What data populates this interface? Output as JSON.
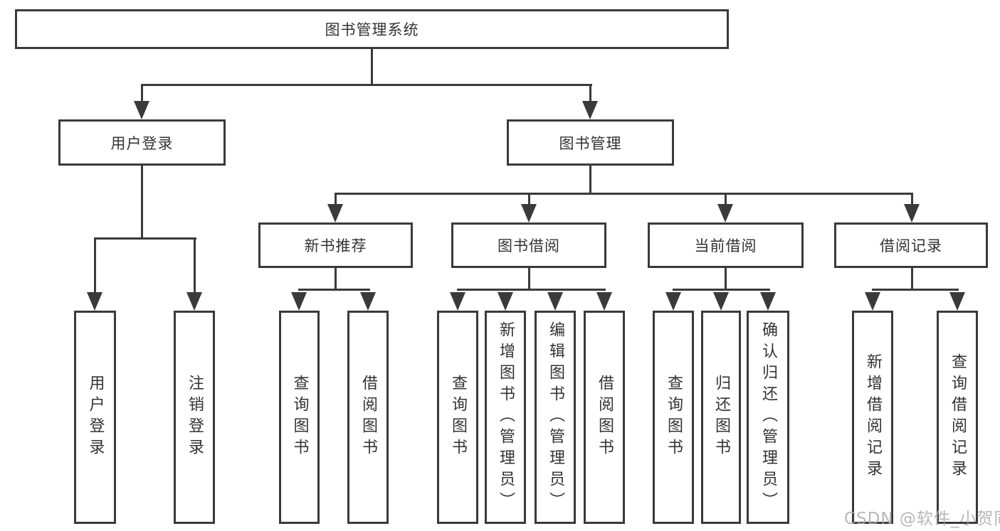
{
  "title": "图书管理系统",
  "level2": [
    "用户登录",
    "图书管理"
  ],
  "level3": [
    "新书推荐",
    "图书借阅",
    "当前借阅",
    "借阅记录"
  ],
  "leaves": {
    "login": [
      "用户登录",
      "注销登录"
    ],
    "recommend": [
      "查询图书",
      "借阅图书"
    ],
    "borrow": [
      "查询图书",
      "新增图书（管理员）",
      "编辑图书（管理员）",
      "借阅图书"
    ],
    "current": [
      "查询图书",
      "归还图书",
      "确认归还（管理员）"
    ],
    "records": [
      "新增借阅记录",
      "查询借阅记录"
    ]
  },
  "watermark": "CSDN @软件_小贺同学",
  "colors": {
    "line": "#3a3a3a",
    "text": "#333333",
    "watermark": "#aaaaaa",
    "background": "#ffffff"
  }
}
